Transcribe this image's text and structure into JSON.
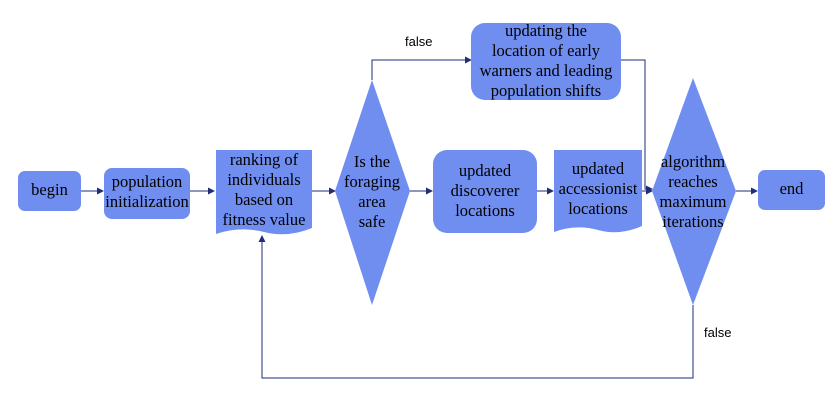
{
  "colors": {
    "node_fill": "#6f8ef0",
    "edge": "#1f2d7a"
  },
  "nodes": {
    "begin": {
      "lines": [
        "begin"
      ]
    },
    "population_init": {
      "lines": [
        "population",
        "initialization"
      ]
    },
    "ranking": {
      "lines": [
        "ranking of",
        "individuals",
        "based on",
        "fitness value"
      ]
    },
    "foraging_safe": {
      "lines": [
        "Is the",
        "foraging",
        "area",
        "safe"
      ]
    },
    "early_warners": {
      "lines": [
        "updating the",
        "location of early",
        "warners and leading",
        "population shifts"
      ]
    },
    "discoverer": {
      "lines": [
        "updated",
        "discoverer",
        "locations"
      ]
    },
    "accessionist": {
      "lines": [
        "updated",
        "accessionist",
        "locations"
      ]
    },
    "max_iterations": {
      "lines": [
        "algorithm",
        "reaches",
        "maximum",
        "iterations"
      ]
    },
    "end": {
      "lines": [
        "end"
      ]
    }
  },
  "edge_labels": {
    "safe_false": "false",
    "iter_false": "false"
  }
}
